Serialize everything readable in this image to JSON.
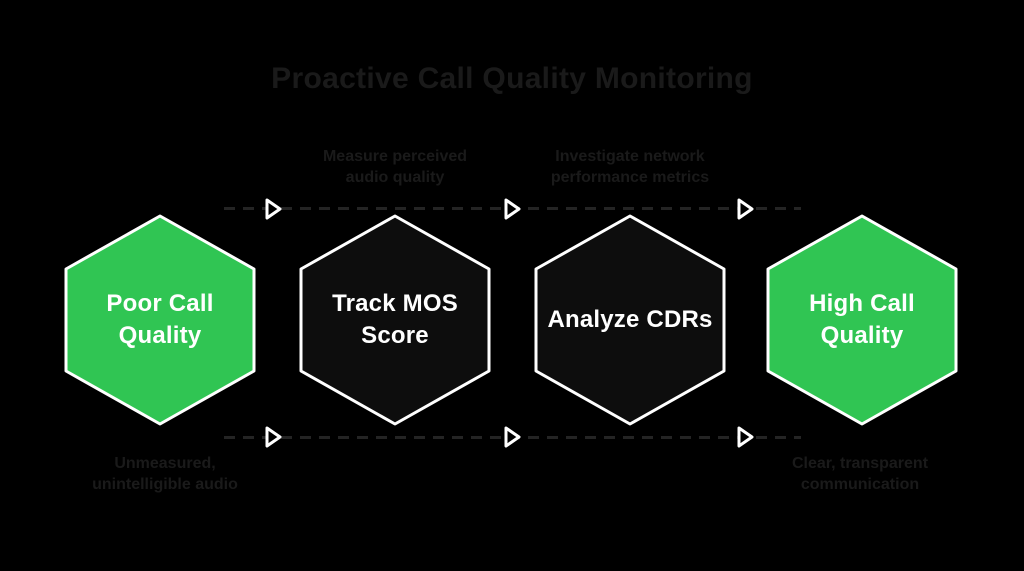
{
  "title": "Proactive Call Quality Monitoring",
  "colors": {
    "bg": "#000000",
    "green": "#30c553",
    "dark-hex": "#0d0d0d",
    "white": "#ffffff",
    "muted-text": "#1a1a1a",
    "dash": "#242424"
  },
  "flow": {
    "top_captions": [
      {
        "lines": [
          "Measure perceived",
          "audio quality"
        ]
      },
      {
        "lines": [
          "Investigate network",
          "performance metrics"
        ]
      }
    ],
    "bottom_captions": [
      {
        "lines": [
          "Unmeasured,",
          "unintelligible audio"
        ]
      },
      {
        "lines": [
          "Clear, transparent",
          "communication"
        ]
      }
    ],
    "hexagons": [
      {
        "id": "poor-call-quality",
        "variant": "green",
        "lines": [
          "Poor Call",
          "Quality"
        ]
      },
      {
        "id": "track-mos-score",
        "variant": "dark",
        "lines": [
          "Track MOS",
          "Score"
        ]
      },
      {
        "id": "analyze-cdrs",
        "variant": "dark",
        "lines": [
          "Analyze CDRs"
        ]
      },
      {
        "id": "high-call-quality",
        "variant": "green",
        "lines": [
          "High Call",
          "Quality"
        ]
      }
    ],
    "arrow_icon": "triangle-right",
    "connector_style": "dashed"
  }
}
